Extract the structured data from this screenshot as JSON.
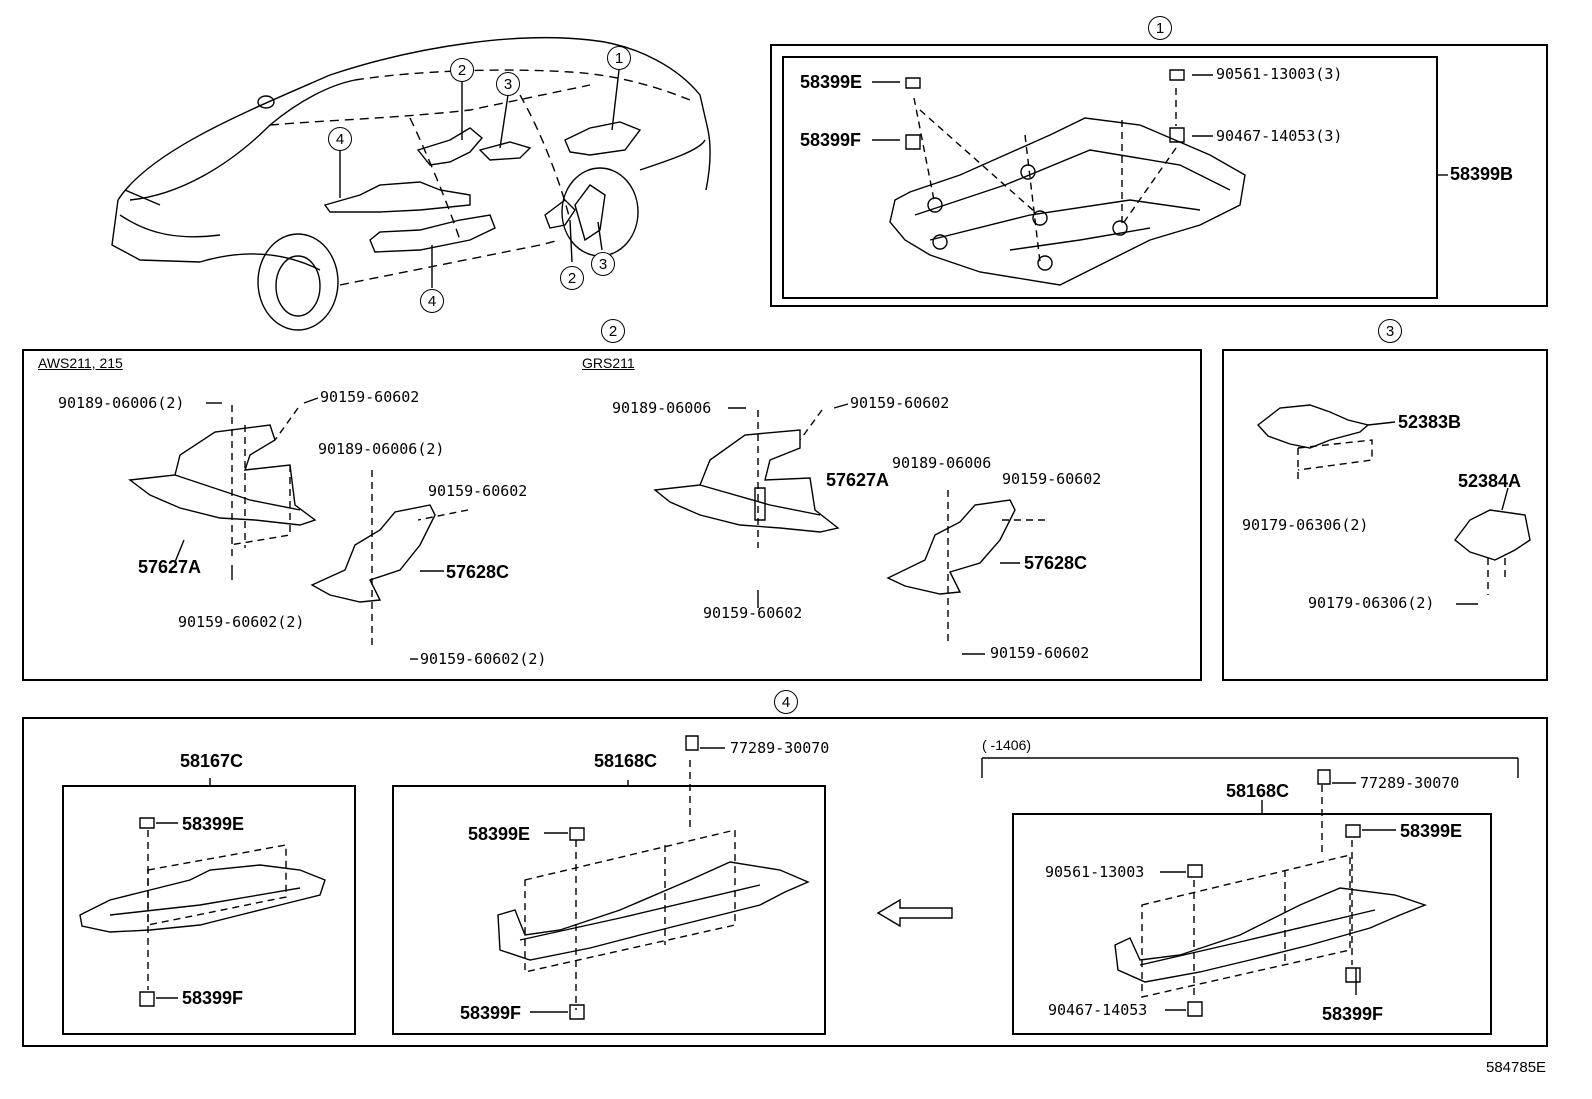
{
  "section_markers": {
    "s1": "1",
    "s2": "2",
    "s3": "3",
    "s4": "4"
  },
  "car_callouts": [
    "1",
    "2",
    "3",
    "4",
    "2",
    "3",
    "4"
  ],
  "section1": {
    "p58399E": "58399E",
    "p58399F": "58399F",
    "p90561": "90561-13003(3)",
    "p90467": "90467-14053(3)",
    "p58399B": "58399B"
  },
  "section2": {
    "cap_left": "AWS211, 215",
    "cap_right": "GRS211",
    "l1": "90189-06006(2)",
    "l2": "90159-60602",
    "l3": "90189-06006(2)",
    "l4": "90159-60602",
    "l5": "57627A",
    "l6": "57628C",
    "l7": "90159-60602(2)",
    "l8": "90159-60602(2)",
    "r1": "90189-06006",
    "r2": "90159-60602",
    "r3": "57627A",
    "r4": "90189-06006",
    "r5": "90159-60602",
    "r6": "57628C",
    "r7": "90159-60602",
    "r8": "90159-60602"
  },
  "section3": {
    "p52383B": "52383B",
    "p52384A": "52384A",
    "b1": "90179-06306(2)",
    "b2": "90179-06306(2)"
  },
  "section4": {
    "a_title": "58167C",
    "a_e": "58399E",
    "a_f": "58399F",
    "b_title": "58168C",
    "b_clip": "77289-30070",
    "b_e": "58399E",
    "b_f": "58399F",
    "c_range": "(    -1406)",
    "c_title": "58168C",
    "c_clip": "77289-30070",
    "c_e": "58399E",
    "c_90561": "90561-13003",
    "c_90467": "90467-14053",
    "c_f": "58399F"
  },
  "footer_code": "584785E"
}
